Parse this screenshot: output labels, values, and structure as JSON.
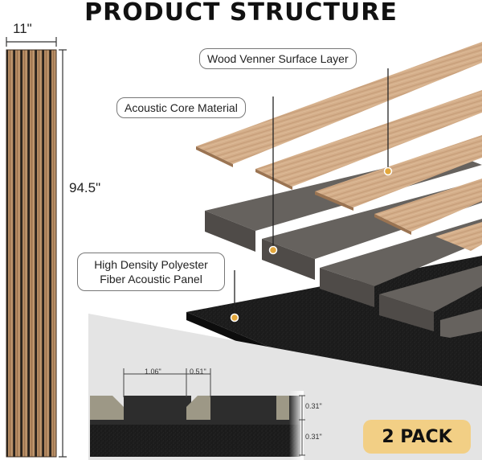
{
  "title": "PRODUCT STRUCTURE",
  "panel": {
    "width_label": "11\"",
    "height_label": "94.5\""
  },
  "layers": {
    "surface": "Wood Venner Surface Layer",
    "core": "Acoustic Core Material",
    "base_line1": "High Density Polyester",
    "base_line2": "Fiber Acoustic Panel"
  },
  "cross_section": {
    "slat_width": "1.06\"",
    "gap_width": "0.51\"",
    "slat_height": "0.31\"",
    "base_height": "0.31\""
  },
  "badge": "2 PACK",
  "colors": {
    "wood_light": "#d3ab84",
    "wood_dark": "#9b7452",
    "core_gray": "#5e5b58",
    "felt_black": "#1a1a1a",
    "badge_bg": "#f2cf85",
    "marker": "#e3a73c"
  }
}
